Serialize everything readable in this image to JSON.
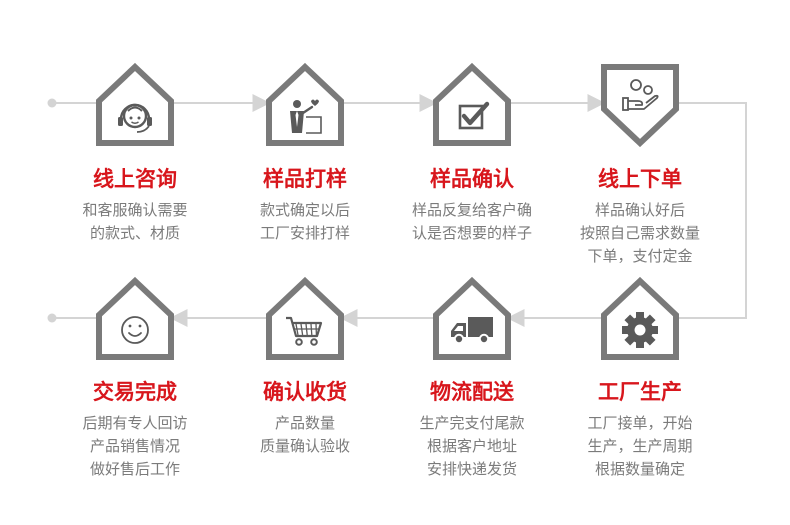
{
  "colors": {
    "accent": "#d8161c",
    "house_stroke": "#7a7a7a",
    "icon": "#5a5a5a",
    "flow_line": "#d4d4d4",
    "desc_text": "#7b7b7b"
  },
  "steps": [
    {
      "id": "online-consult",
      "icon": "headset-agent-icon",
      "title": "线上咨询",
      "desc": [
        "和客服确认需要",
        "的款式、材质"
      ]
    },
    {
      "id": "sample-making",
      "icon": "presenter-icon",
      "title": "样品打样",
      "desc": [
        "款式确定以后",
        "工厂安排打样"
      ]
    },
    {
      "id": "sample-confirm",
      "icon": "checkbox-icon",
      "title": "样品确认",
      "desc": [
        "样品反复给客户确",
        "认是否想要的样子"
      ]
    },
    {
      "id": "online-order",
      "icon": "hand-coins-icon",
      "title": "线上下单",
      "desc": [
        "样品确认好后",
        "按照自己需求数量",
        "下单，支付定金"
      ]
    },
    {
      "id": "factory-production",
      "icon": "gear-icon",
      "title": "工厂生产",
      "desc": [
        "工厂接单，开始",
        "生产，生产周期",
        "根据数量确定"
      ]
    },
    {
      "id": "logistics",
      "icon": "truck-icon",
      "title": "物流配送",
      "desc": [
        "生产完支付尾款",
        "根据客户地址",
        "安排快递发货"
      ]
    },
    {
      "id": "receipt-confirm",
      "icon": "shopping-cart-icon",
      "title": "确认收货",
      "desc": [
        "产品数量",
        "质量确认验收"
      ]
    },
    {
      "id": "deal-done",
      "icon": "smiley-icon",
      "title": "交易完成",
      "desc": [
        "后期有专人回访",
        "产品销售情况",
        "做好售后工作"
      ]
    }
  ]
}
